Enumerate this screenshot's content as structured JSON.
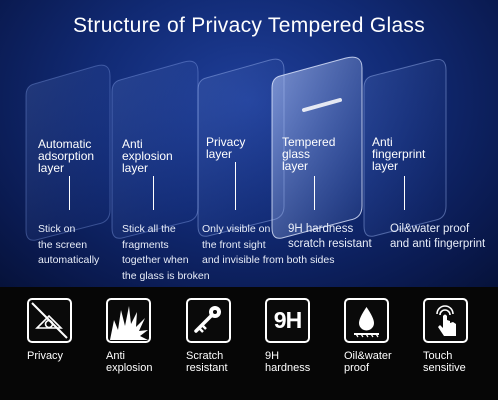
{
  "title": "Structure of Privacy Tempered Glass",
  "layers": [
    {
      "label": "Automatic\nadsorption\nlayer",
      "desc": "Stick on\nthe screen\nautomatically"
    },
    {
      "label": "Anti\nexplosion\nlayer",
      "desc": "Stick all the\nfragments\ntogether when\nthe glass is broken"
    },
    {
      "label": "Privacy\nlayer",
      "desc": "Only visible on\nthe front sight\nand invisible from both sides"
    },
    {
      "label": "Tempered\nglass\nlayer",
      "desc": "9H hardness\nscratch resistant"
    },
    {
      "label": "Anti\nfingerprint\nlayer",
      "desc": "Oil&water proof\nand anti fingerprint"
    }
  ],
  "features": [
    {
      "label": "Privacy",
      "icon": "privacy-eye-icon"
    },
    {
      "label": "Anti\nexplosion",
      "icon": "explosion-icon"
    },
    {
      "label": "Scratch\nresistant",
      "icon": "key-scratch-icon"
    },
    {
      "label": "9H\nhardness",
      "icon": "9h-icon",
      "icon_text": "9H"
    },
    {
      "label": "Oil&water\nproof",
      "icon": "water-drop-icon"
    },
    {
      "label": "Touch\nsensitive",
      "icon": "touch-hand-icon"
    }
  ]
}
